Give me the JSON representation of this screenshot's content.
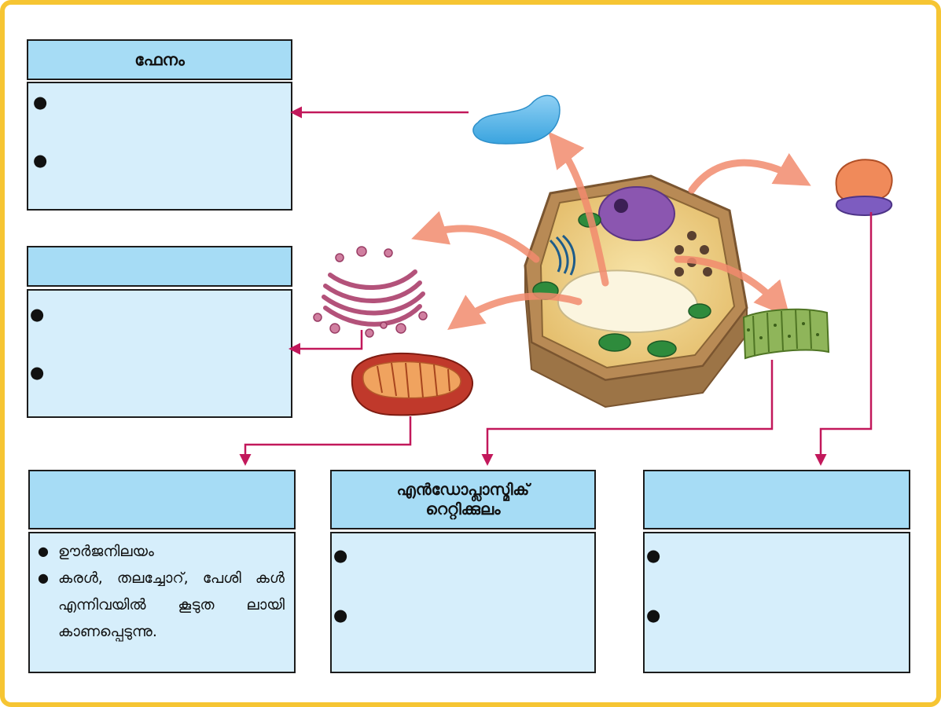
{
  "colors": {
    "frame": "#f6c533",
    "header_fill": "#a6dcf5",
    "body_fill": "#d6eefb",
    "connector": "#c2185b",
    "arrow": "#f28b6e"
  },
  "boxes": {
    "top_left": {
      "title": "ഫേനം"
    },
    "mid_left": {
      "title": ""
    },
    "bottom_left": {
      "title": "",
      "points": [
        "ഊർജനിലയം",
        "കരൾ, തലച്ചോറ്, പേശി കൾ എന്നിവയിൽ കൂടുത ലായി കാണപ്പെടുന്നു."
      ]
    },
    "bottom_center": {
      "title_line1": "എൻഡോപ്ലാസ്മിക്",
      "title_line2": "റെറ്റിക്കുലം"
    },
    "bottom_right": {
      "title": ""
    }
  },
  "illustrations": [
    "plant-cell",
    "vacuole",
    "golgi-apparatus",
    "mitochondrion",
    "endoplasmic-reticulum",
    "ribosome"
  ]
}
